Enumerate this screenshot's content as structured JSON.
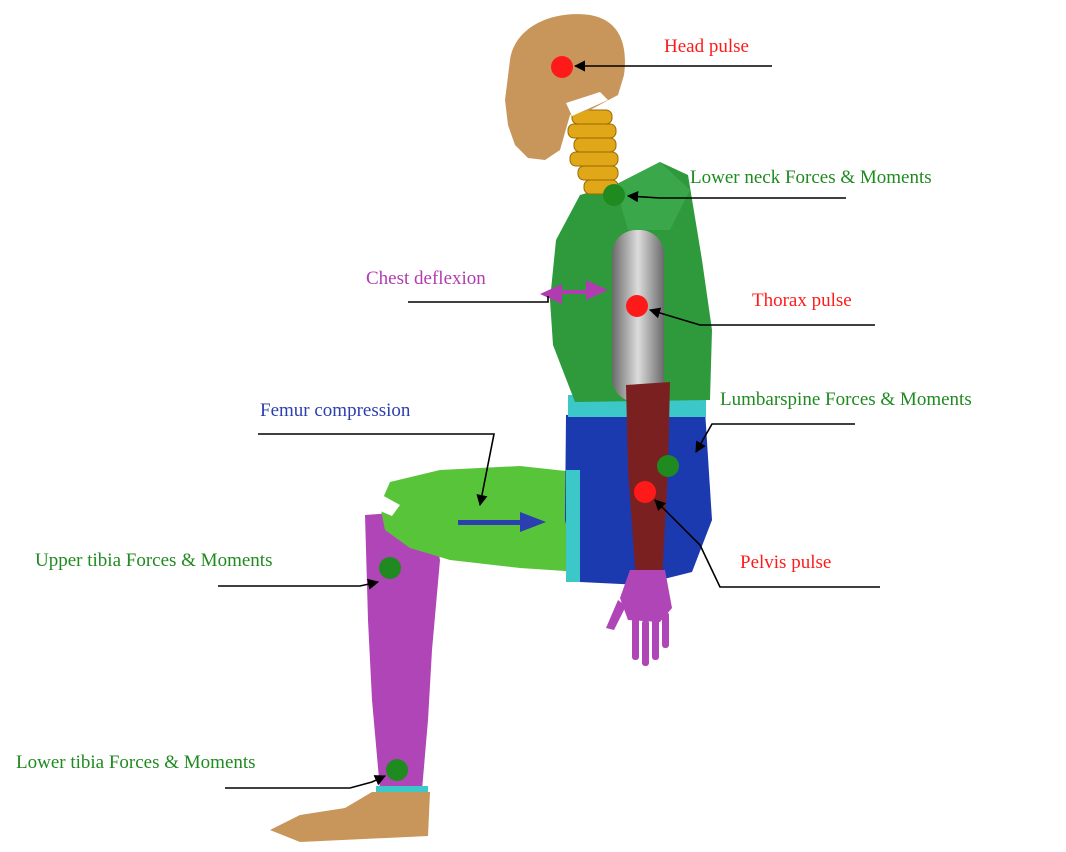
{
  "colors": {
    "red": "#ff1a1a",
    "green": "#1f8a1f",
    "magenta": "#b03cb0",
    "blue": "#2b3fb0",
    "skin": "#c8955a",
    "neck": "#e0a818",
    "torso_green": "#2e9a3c",
    "chest_gray": "#8c8c8c",
    "arm_red": "#7a2020",
    "pelvis_blue": "#1c3ab0",
    "cyan": "#3cc8c8",
    "leg_purple": "#b045b8",
    "femur_green": "#58c43a"
  },
  "labels": {
    "head_pulse": "Head pulse",
    "lower_neck": "Lower neck Forces & Moments",
    "chest_deflexion": "Chest deflexion",
    "thorax_pulse": "Thorax pulse",
    "lumbar_spine": "Lumbarspine  Forces & Moments",
    "femur_compression": "Femur compression",
    "upper_tibia": "Upper tibia  Forces & Moments",
    "pelvis_pulse": "Pelvis pulse",
    "lower_tibia": "Lower tibia  Forces & Moments"
  }
}
